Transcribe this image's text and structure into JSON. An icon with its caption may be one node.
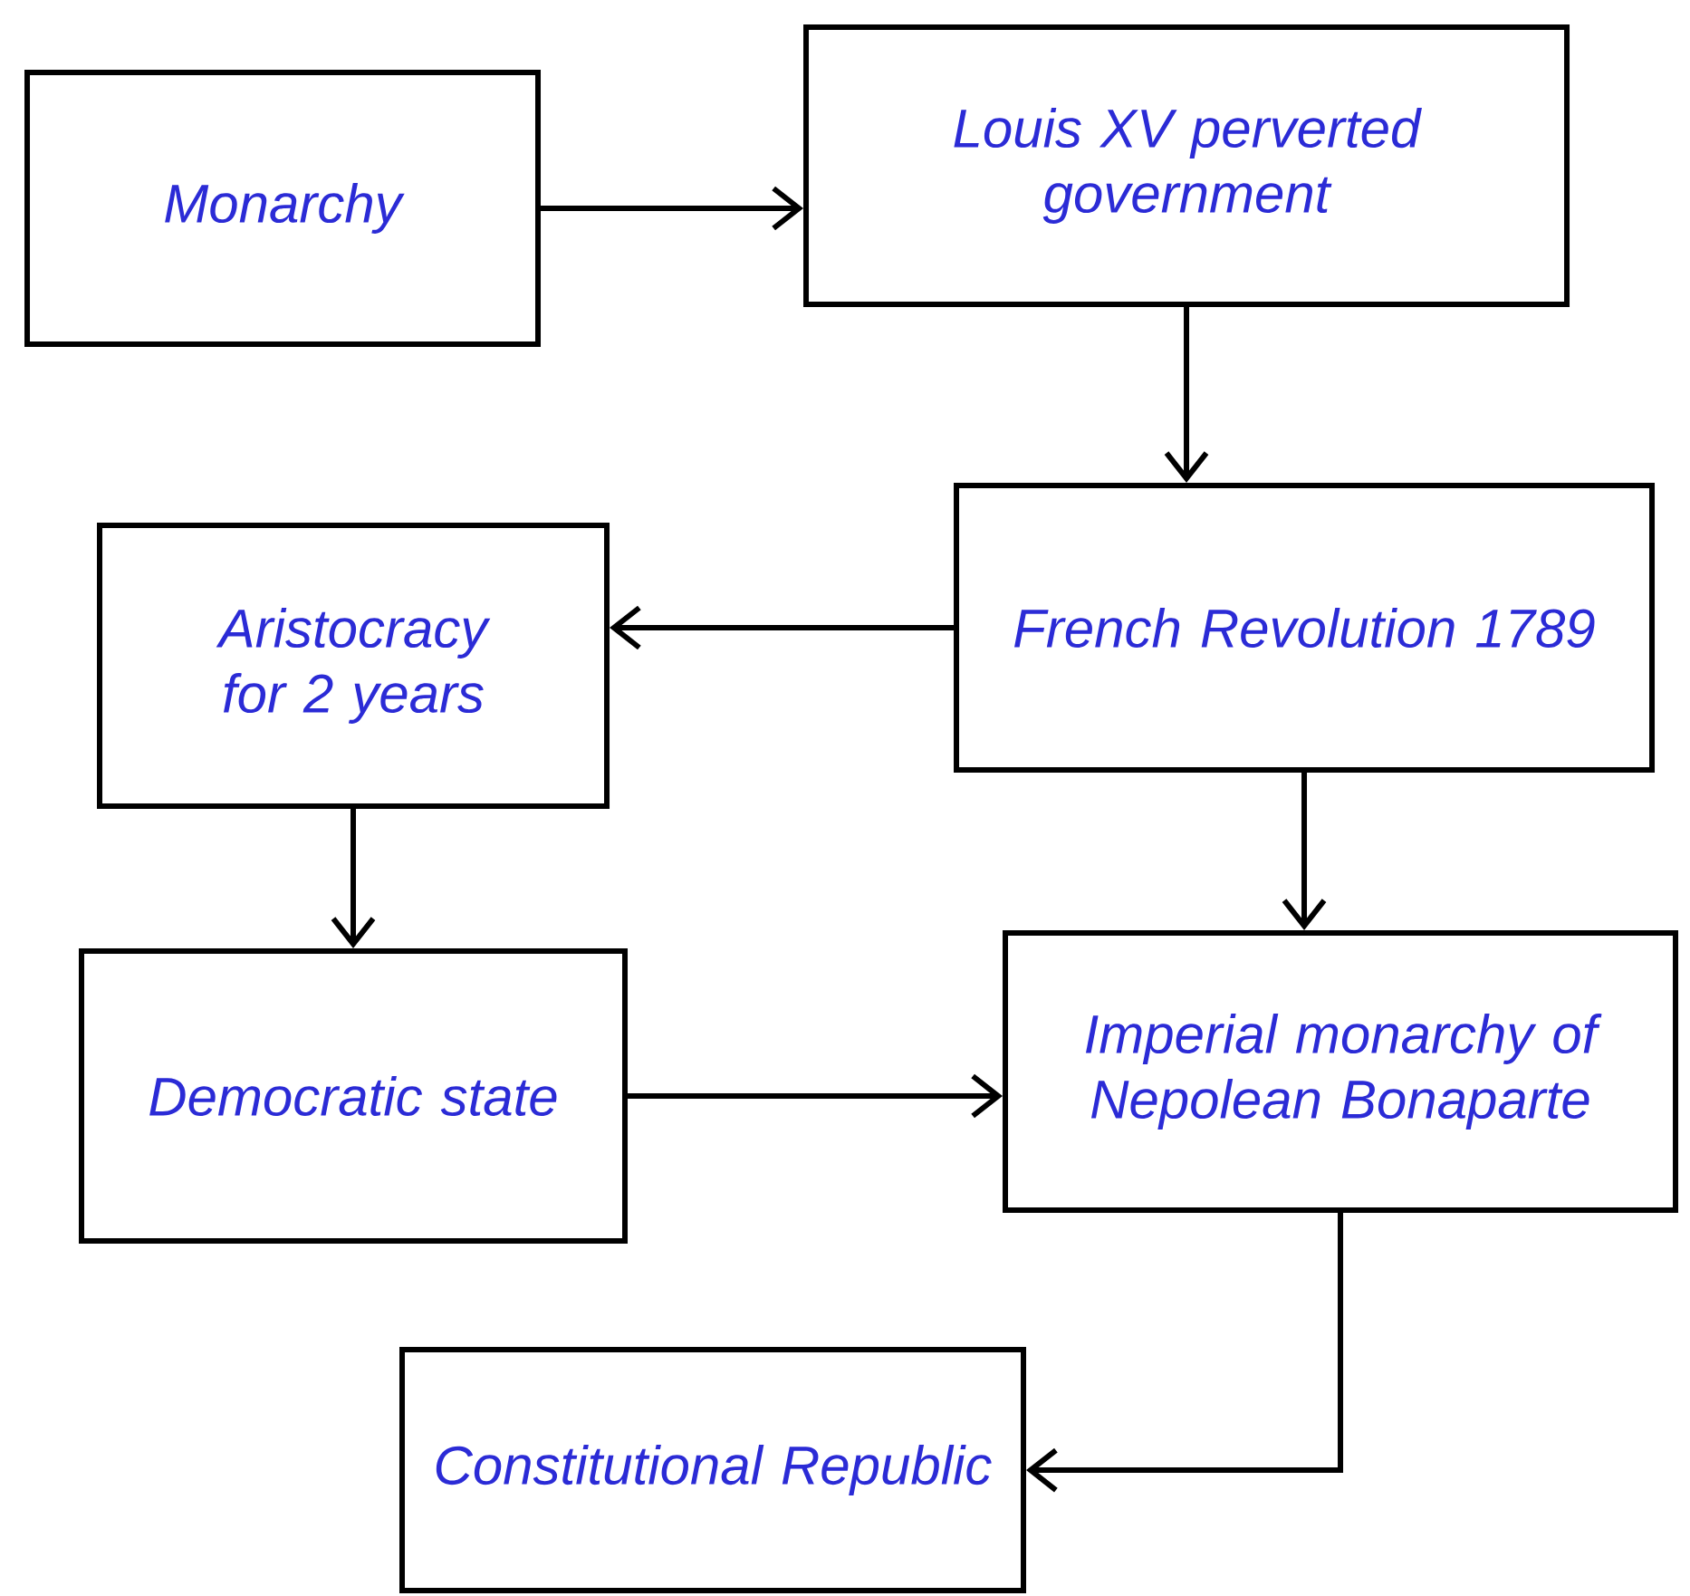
{
  "diagram": {
    "nodes": [
      {
        "text": [
          "Monarchy"
        ]
      },
      {
        "text": [
          "Louis XV perverted government"
        ]
      },
      {
        "text": [
          "French Revolution 1789"
        ]
      },
      {
        "text": [
          "Aristocracy for 2 years"
        ]
      },
      {
        "text": [
          "Democratic state"
        ]
      },
      {
        "text": [
          "Imperial monarchy of Nepolean Bonaparte"
        ]
      },
      {
        "text": [
          "Constitutional Republic"
        ]
      }
    ],
    "edges": [
      {
        "from": 0,
        "to": 1,
        "arrow": "to"
      },
      {
        "from": 1,
        "to": 2,
        "arrow": "to"
      },
      {
        "from": 2,
        "to": 3,
        "arrow": "to"
      },
      {
        "from": 3,
        "to": 4,
        "arrow": "to"
      },
      {
        "from": 2,
        "to": 5,
        "arrow": "to"
      },
      {
        "from": 4,
        "to": 5,
        "arrow": "to"
      },
      {
        "from": 5,
        "to": 6,
        "arrow": "to"
      }
    ]
  }
}
